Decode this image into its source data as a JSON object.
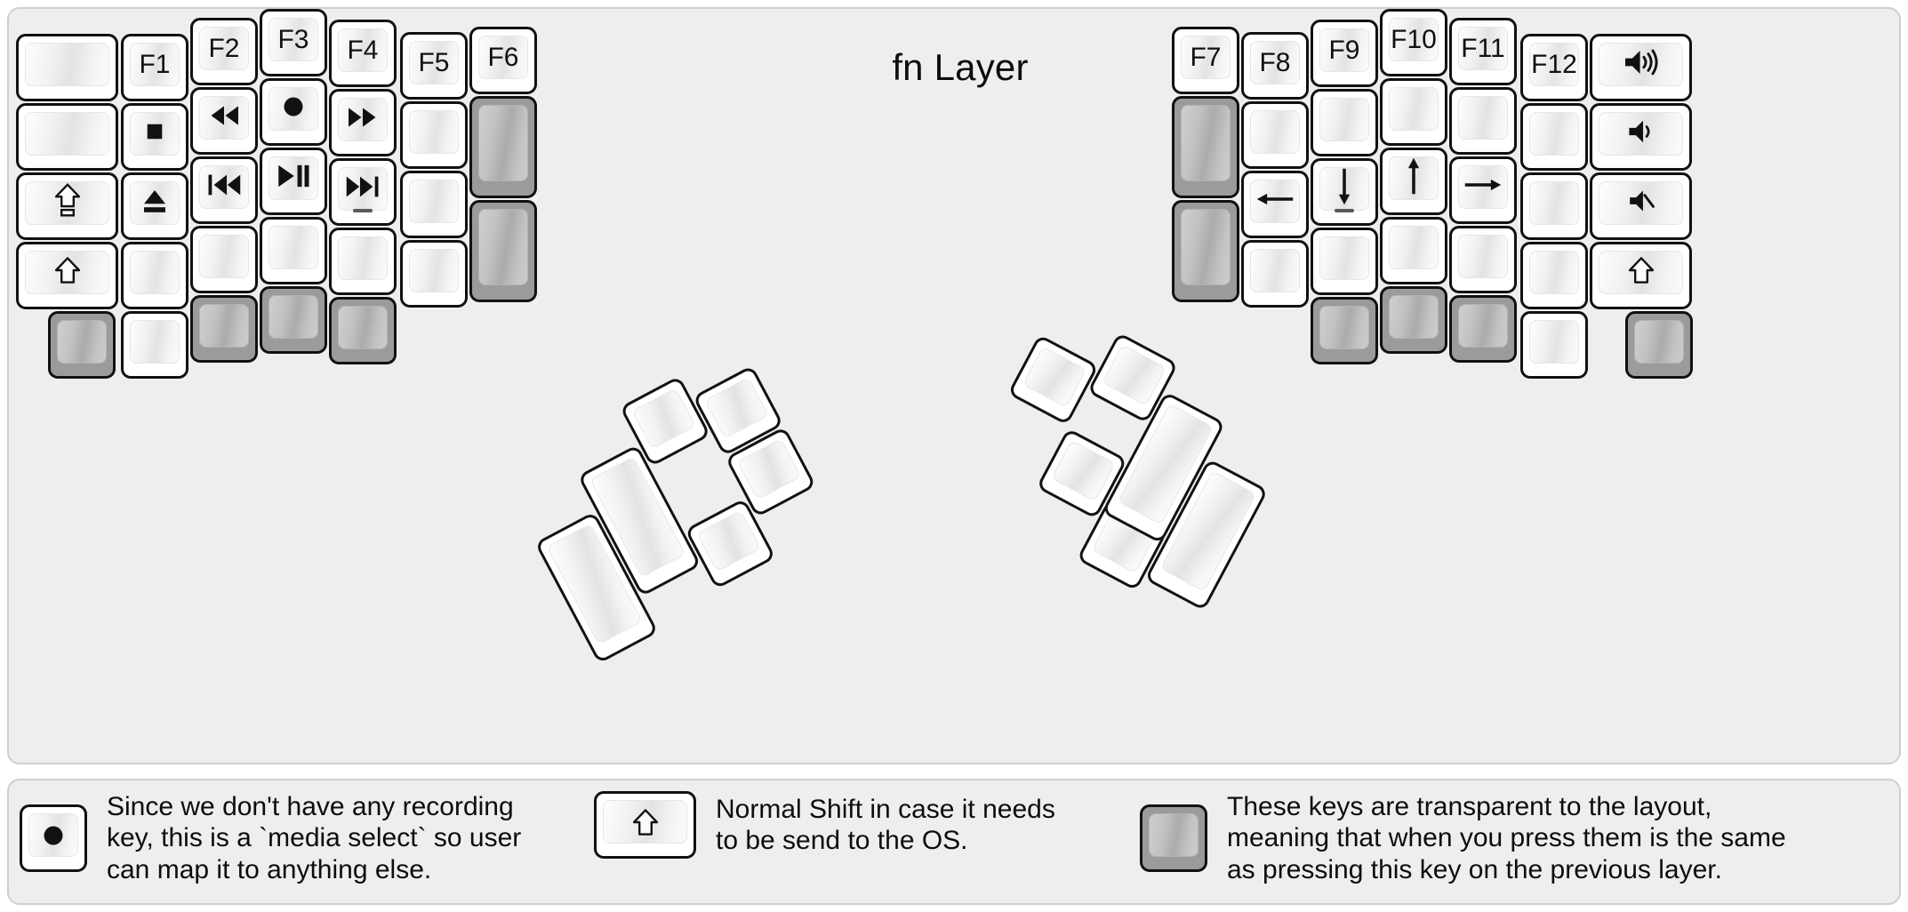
{
  "title": "fn Layer",
  "colors": {
    "panel_bg": "#eeeeee",
    "panel_border": "#cfcfcf",
    "key_border": "#111111",
    "key_face": "#ffffff",
    "transparent_key": "#9b9b9b",
    "text": "#0d0d0d"
  },
  "left_half": {
    "columns": [
      {
        "name": "col-pinky-outer",
        "keys": [
          {
            "id": "l-r1-c1",
            "label": "",
            "icon": "",
            "width": 1.5,
            "height": 1,
            "state": "normal"
          },
          {
            "id": "l-r2-c1",
            "label": "",
            "icon": "",
            "width": 1.5,
            "height": 1,
            "state": "normal"
          },
          {
            "id": "l-r3-c1",
            "label": "",
            "icon": "caps-lock-icon",
            "width": 1.5,
            "height": 1,
            "state": "normal"
          },
          {
            "id": "l-r4-c1",
            "label": "",
            "icon": "shift-icon",
            "width": 1.5,
            "height": 1,
            "state": "normal"
          },
          {
            "id": "l-r5-c1",
            "label": "",
            "icon": "",
            "width": 1,
            "height": 1,
            "state": "transparent"
          }
        ]
      },
      {
        "name": "col-pinky",
        "keys": [
          {
            "id": "l-r1-c2",
            "label": "F1",
            "icon": "",
            "width": 1,
            "height": 1,
            "state": "normal"
          },
          {
            "id": "l-r2-c2",
            "label": "",
            "icon": "media-stop-icon",
            "width": 1,
            "height": 1,
            "state": "normal"
          },
          {
            "id": "l-r3-c2",
            "label": "",
            "icon": "media-eject-icon",
            "width": 1,
            "height": 1,
            "state": "normal"
          },
          {
            "id": "l-r4-c2",
            "label": "",
            "icon": "",
            "width": 1,
            "height": 1,
            "state": "normal"
          },
          {
            "id": "l-r5-c2",
            "label": "",
            "icon": "",
            "width": 1,
            "height": 1,
            "state": "normal"
          }
        ]
      },
      {
        "name": "col-ring",
        "keys": [
          {
            "id": "l-r1-c3",
            "label": "F2",
            "icon": "",
            "width": 1,
            "height": 1,
            "state": "normal"
          },
          {
            "id": "l-r2-c3",
            "label": "",
            "icon": "media-rewind-icon",
            "width": 1,
            "height": 1,
            "state": "normal"
          },
          {
            "id": "l-r3-c3",
            "label": "",
            "icon": "media-prev-track-icon",
            "width": 1,
            "height": 1,
            "state": "normal"
          },
          {
            "id": "l-r4-c3",
            "label": "",
            "icon": "",
            "width": 1,
            "height": 1,
            "state": "normal"
          },
          {
            "id": "l-r5-c3",
            "label": "",
            "icon": "",
            "width": 1,
            "height": 1,
            "state": "transparent"
          }
        ]
      },
      {
        "name": "col-middle",
        "keys": [
          {
            "id": "l-r1-c4",
            "label": "F3",
            "icon": "",
            "width": 1,
            "height": 1,
            "state": "normal"
          },
          {
            "id": "l-r2-c4",
            "label": "",
            "icon": "media-record-icon",
            "width": 1,
            "height": 1,
            "state": "normal"
          },
          {
            "id": "l-r3-c4",
            "label": "",
            "icon": "media-play-pause-icon",
            "width": 1,
            "height": 1,
            "state": "normal"
          },
          {
            "id": "l-r4-c4",
            "label": "",
            "icon": "",
            "width": 1,
            "height": 1,
            "state": "normal"
          },
          {
            "id": "l-r5-c4",
            "label": "",
            "icon": "",
            "width": 1,
            "height": 1,
            "state": "transparent"
          }
        ]
      },
      {
        "name": "col-index",
        "keys": [
          {
            "id": "l-r1-c5",
            "label": "F4",
            "icon": "",
            "width": 1,
            "height": 1,
            "state": "normal"
          },
          {
            "id": "l-r2-c5",
            "label": "",
            "icon": "media-fast-forward-icon",
            "width": 1,
            "height": 1,
            "state": "normal"
          },
          {
            "id": "l-r3-c5",
            "label": "",
            "icon": "media-next-track-icon",
            "width": 1,
            "height": 1,
            "state": "normal",
            "homing": true
          },
          {
            "id": "l-r4-c5",
            "label": "",
            "icon": "",
            "width": 1,
            "height": 1,
            "state": "normal"
          },
          {
            "id": "l-r5-c5",
            "label": "",
            "icon": "",
            "width": 1,
            "height": 1,
            "state": "transparent"
          }
        ]
      },
      {
        "name": "col-index-inner",
        "keys": [
          {
            "id": "l-r1-c6",
            "label": "F5",
            "icon": "",
            "width": 1,
            "height": 1,
            "state": "normal"
          },
          {
            "id": "l-r2-c6",
            "label": "",
            "icon": "",
            "width": 1,
            "height": 1,
            "state": "normal"
          },
          {
            "id": "l-r3-c6",
            "label": "",
            "icon": "",
            "width": 1,
            "height": 1,
            "state": "normal"
          },
          {
            "id": "l-r4-c6",
            "label": "",
            "icon": "",
            "width": 1,
            "height": 1,
            "state": "normal"
          }
        ]
      },
      {
        "name": "col-inner",
        "keys": [
          {
            "id": "l-r1-c7",
            "label": "F6",
            "icon": "",
            "width": 1,
            "height": 1,
            "state": "normal"
          },
          {
            "id": "l-r2-c7",
            "label": "",
            "icon": "",
            "width": 1,
            "height": 1.5,
            "state": "transparent"
          },
          {
            "id": "l-r3-c7",
            "label": "",
            "icon": "",
            "width": 1,
            "height": 1.5,
            "state": "transparent"
          }
        ]
      }
    ],
    "thumb_cluster": [
      {
        "id": "lt-1",
        "label": "",
        "icon": "",
        "width": 1,
        "height": 2,
        "state": "normal"
      },
      {
        "id": "lt-2",
        "label": "",
        "icon": "",
        "width": 1,
        "height": 2,
        "state": "normal"
      },
      {
        "id": "lt-3",
        "label": "",
        "icon": "",
        "width": 1,
        "height": 1,
        "state": "normal"
      },
      {
        "id": "lt-4",
        "label": "",
        "icon": "",
        "width": 1,
        "height": 1,
        "state": "normal"
      },
      {
        "id": "lt-5",
        "label": "",
        "icon": "",
        "width": 1,
        "height": 1,
        "state": "normal"
      },
      {
        "id": "lt-6",
        "label": "",
        "icon": "",
        "width": 1,
        "height": 1,
        "state": "normal"
      }
    ]
  },
  "right_half": {
    "columns": [
      {
        "name": "col-inner",
        "keys": [
          {
            "id": "r-r1-c1",
            "label": "F7",
            "icon": "",
            "width": 1,
            "height": 1,
            "state": "normal"
          },
          {
            "id": "r-r2-c1",
            "label": "",
            "icon": "",
            "width": 1,
            "height": 1.5,
            "state": "transparent"
          },
          {
            "id": "r-r3-c1",
            "label": "",
            "icon": "",
            "width": 1,
            "height": 1.5,
            "state": "transparent"
          }
        ]
      },
      {
        "name": "col-index-inner",
        "keys": [
          {
            "id": "r-r1-c2",
            "label": "F8",
            "icon": "",
            "width": 1,
            "height": 1,
            "state": "normal"
          },
          {
            "id": "r-r2-c2",
            "label": "",
            "icon": "",
            "width": 1,
            "height": 1,
            "state": "normal"
          },
          {
            "id": "r-r3-c2",
            "label": "",
            "icon": "arrow-left-icon",
            "width": 1,
            "height": 1,
            "state": "normal"
          },
          {
            "id": "r-r4-c2",
            "label": "",
            "icon": "",
            "width": 1,
            "height": 1,
            "state": "normal"
          }
        ]
      },
      {
        "name": "col-index",
        "keys": [
          {
            "id": "r-r1-c3",
            "label": "F9",
            "icon": "",
            "width": 1,
            "height": 1,
            "state": "normal"
          },
          {
            "id": "r-r2-c3",
            "label": "",
            "icon": "",
            "width": 1,
            "height": 1,
            "state": "normal"
          },
          {
            "id": "r-r3-c3",
            "label": "",
            "icon": "arrow-down-icon",
            "width": 1,
            "height": 1,
            "state": "normal",
            "homing": true
          },
          {
            "id": "r-r4-c3",
            "label": "",
            "icon": "",
            "width": 1,
            "height": 1,
            "state": "normal"
          },
          {
            "id": "r-r5-c3",
            "label": "",
            "icon": "",
            "width": 1,
            "height": 1,
            "state": "transparent"
          }
        ]
      },
      {
        "name": "col-middle",
        "keys": [
          {
            "id": "r-r1-c4",
            "label": "F10",
            "icon": "",
            "width": 1,
            "height": 1,
            "state": "normal"
          },
          {
            "id": "r-r2-c4",
            "label": "",
            "icon": "",
            "width": 1,
            "height": 1,
            "state": "normal"
          },
          {
            "id": "r-r3-c4",
            "label": "",
            "icon": "arrow-up-icon",
            "width": 1,
            "height": 1,
            "state": "normal"
          },
          {
            "id": "r-r4-c4",
            "label": "",
            "icon": "",
            "width": 1,
            "height": 1,
            "state": "normal"
          },
          {
            "id": "r-r5-c4",
            "label": "",
            "icon": "",
            "width": 1,
            "height": 1,
            "state": "transparent"
          }
        ]
      },
      {
        "name": "col-ring",
        "keys": [
          {
            "id": "r-r1-c5",
            "label": "F11",
            "icon": "",
            "width": 1,
            "height": 1,
            "state": "normal"
          },
          {
            "id": "r-r2-c5",
            "label": "",
            "icon": "",
            "width": 1,
            "height": 1,
            "state": "normal"
          },
          {
            "id": "r-r3-c5",
            "label": "",
            "icon": "arrow-right-icon",
            "width": 1,
            "height": 1,
            "state": "normal"
          },
          {
            "id": "r-r4-c5",
            "label": "",
            "icon": "",
            "width": 1,
            "height": 1,
            "state": "normal"
          },
          {
            "id": "r-r5-c5",
            "label": "",
            "icon": "",
            "width": 1,
            "height": 1,
            "state": "transparent"
          }
        ]
      },
      {
        "name": "col-pinky",
        "keys": [
          {
            "id": "r-r1-c6",
            "label": "F12",
            "icon": "",
            "width": 1,
            "height": 1,
            "state": "normal"
          },
          {
            "id": "r-r2-c6",
            "label": "",
            "icon": "",
            "width": 1,
            "height": 1,
            "state": "normal"
          },
          {
            "id": "r-r3-c6",
            "label": "",
            "icon": "",
            "width": 1,
            "height": 1,
            "state": "normal"
          },
          {
            "id": "r-r4-c6",
            "label": "",
            "icon": "",
            "width": 1,
            "height": 1,
            "state": "normal"
          },
          {
            "id": "r-r5-c6",
            "label": "",
            "icon": "",
            "width": 1,
            "height": 1,
            "state": "normal"
          }
        ]
      },
      {
        "name": "col-pinky-outer",
        "keys": [
          {
            "id": "r-r1-c7",
            "label": "",
            "icon": "volume-up-icon",
            "width": 1.5,
            "height": 1,
            "state": "normal"
          },
          {
            "id": "r-r2-c7",
            "label": "",
            "icon": "volume-down-icon",
            "width": 1.5,
            "height": 1,
            "state": "normal"
          },
          {
            "id": "r-r3-c7",
            "label": "",
            "icon": "volume-mute-icon",
            "width": 1.5,
            "height": 1,
            "state": "normal"
          },
          {
            "id": "r-r4-c7",
            "label": "",
            "icon": "shift-icon",
            "width": 1.5,
            "height": 1,
            "state": "normal"
          },
          {
            "id": "r-r5-c7",
            "label": "",
            "icon": "",
            "width": 1,
            "height": 1,
            "state": "transparent"
          }
        ]
      }
    ],
    "thumb_cluster": [
      {
        "id": "rt-1",
        "label": "",
        "icon": "",
        "width": 1,
        "height": 1,
        "state": "normal"
      },
      {
        "id": "rt-2",
        "label": "",
        "icon": "",
        "width": 1,
        "height": 1,
        "state": "normal"
      },
      {
        "id": "rt-3",
        "label": "",
        "icon": "",
        "width": 1,
        "height": 1,
        "state": "normal"
      },
      {
        "id": "rt-4",
        "label": "",
        "icon": "",
        "width": 1,
        "height": 1,
        "state": "normal"
      },
      {
        "id": "rt-5",
        "label": "",
        "icon": "",
        "width": 1,
        "height": 2,
        "state": "normal"
      },
      {
        "id": "rt-6",
        "label": "",
        "icon": "",
        "width": 1,
        "height": 2,
        "state": "normal"
      }
    ]
  },
  "legend": {
    "items": [
      {
        "id": "legend-record",
        "icon": "media-record-icon",
        "key_state": "normal",
        "key_width": 1,
        "text": "Since we don't have any recording\nkey, this is a `media select` so user\ncan map it to anything else."
      },
      {
        "id": "legend-shift",
        "icon": "shift-icon",
        "key_state": "normal",
        "key_width": 1.5,
        "text": "Normal Shift in case it needs\nto be send to the OS."
      },
      {
        "id": "legend-transparent",
        "icon": "",
        "key_state": "transparent",
        "key_width": 1,
        "text": "These keys are transparent to the layout,\nmeaning that when you press them is the same\nas pressing this key on the previous layer."
      }
    ]
  }
}
